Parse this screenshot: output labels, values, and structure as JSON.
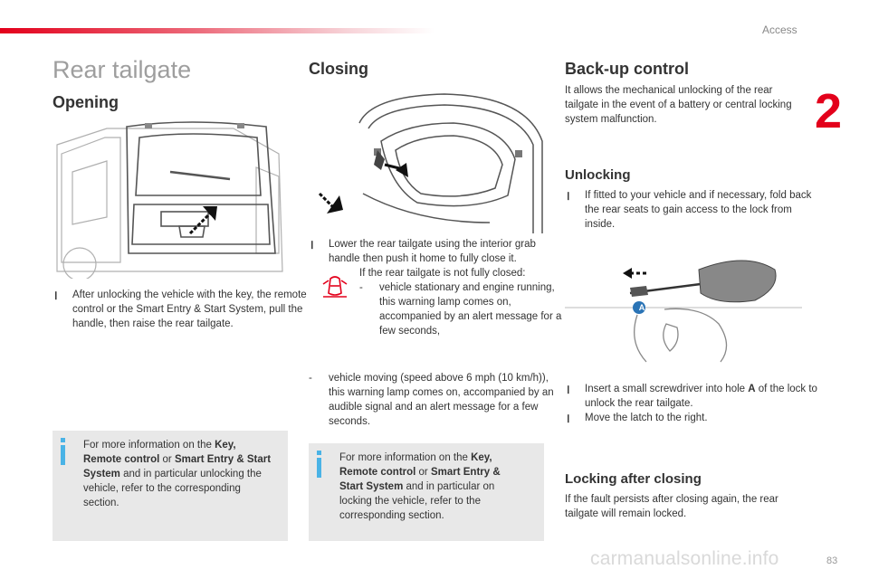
{
  "header": {
    "section": "Access",
    "chapter": "2",
    "page_number": "83",
    "watermark": "carmanualsonline.info"
  },
  "title": "Rear tailgate",
  "opening": {
    "heading": "Opening",
    "bullet": "After unlocking the vehicle with the key, the remote control or the Smart Entry & Start System, pull the handle, then raise the rear tailgate.",
    "info": {
      "prefix": "For more information on the ",
      "b1": "Key, Remote control",
      "mid1": " or ",
      "b2": "Smart Entry & Start System",
      "suffix": " and in particular unlocking the vehicle, refer to the corresponding section."
    }
  },
  "closing": {
    "heading": "Closing",
    "bullet": "Lower the rear tailgate using the interior grab handle then push it home to fully close it.",
    "warning_intro": "If the rear tailgate is not fully closed:",
    "dash1": "vehicle stationary and engine running, this warning lamp comes on, accompanied by an alert message for a few seconds,",
    "dash2": "vehicle moving (speed above 6 mph (10 km/h)), this warning lamp comes on, accompanied by an audible signal and an alert message for a few seconds.",
    "info": {
      "prefix": "For more information on the ",
      "b1": "Key, Remote control",
      "mid1": " or ",
      "b2": "Smart Entry & Start System",
      "suffix": " and in particular on locking the vehicle, refer to the corresponding section."
    }
  },
  "backup": {
    "heading": "Back-up control",
    "intro": "It allows the mechanical unlocking of the rear tailgate in the event of a battery or central locking system malfunction.",
    "unlocking": {
      "heading": "Unlocking",
      "bullet": "If fitted to your vehicle and if necessary, fold back the rear seats to gain access to the lock from inside.",
      "bullet2_pre": "Insert a small screwdriver into hole ",
      "bullet2_b": "A",
      "bullet2_post": " of the lock to unlock the rear tailgate.",
      "bullet3": "Move the latch to the right.",
      "label_a": "A"
    },
    "locking": {
      "heading": "Locking after closing",
      "text": "If the fault persists after closing again, the rear tailgate will remain locked."
    }
  },
  "colors": {
    "accent": "#e3001b",
    "info_icon": "#4ab3e6",
    "info_bg": "#e8e8e8"
  }
}
